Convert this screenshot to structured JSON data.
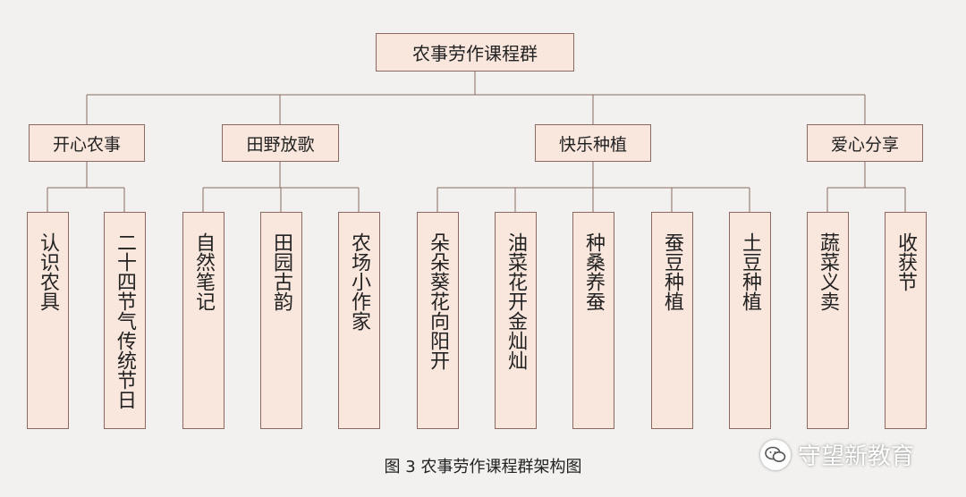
{
  "root": {
    "label": "农事劳作课程群"
  },
  "branches": [
    {
      "label": "开心农事",
      "children": [
        "认识农具",
        "二十四节气传统节日"
      ]
    },
    {
      "label": "田野放歌",
      "children": [
        "自然笔记",
        "田园古韵",
        "农场小作家"
      ]
    },
    {
      "label": "快乐种植",
      "children": [
        "朵朵葵花向阳开",
        "油菜花开金灿灿",
        "种桑养蚕",
        "蚕豆种植",
        "土豆种植"
      ]
    },
    {
      "label": "爱心分享",
      "children": [
        "蔬菜义卖",
        "收获节"
      ]
    }
  ],
  "caption": "图 3  农事劳作课程群架构图",
  "watermark": {
    "text": "守望新教育",
    "icon": "wechat-icon"
  },
  "colors": {
    "box_fill": "#f9e6dc",
    "box_border": "#8a6a60",
    "line": "#8a6a60",
    "background": "#f2f1ef"
  }
}
